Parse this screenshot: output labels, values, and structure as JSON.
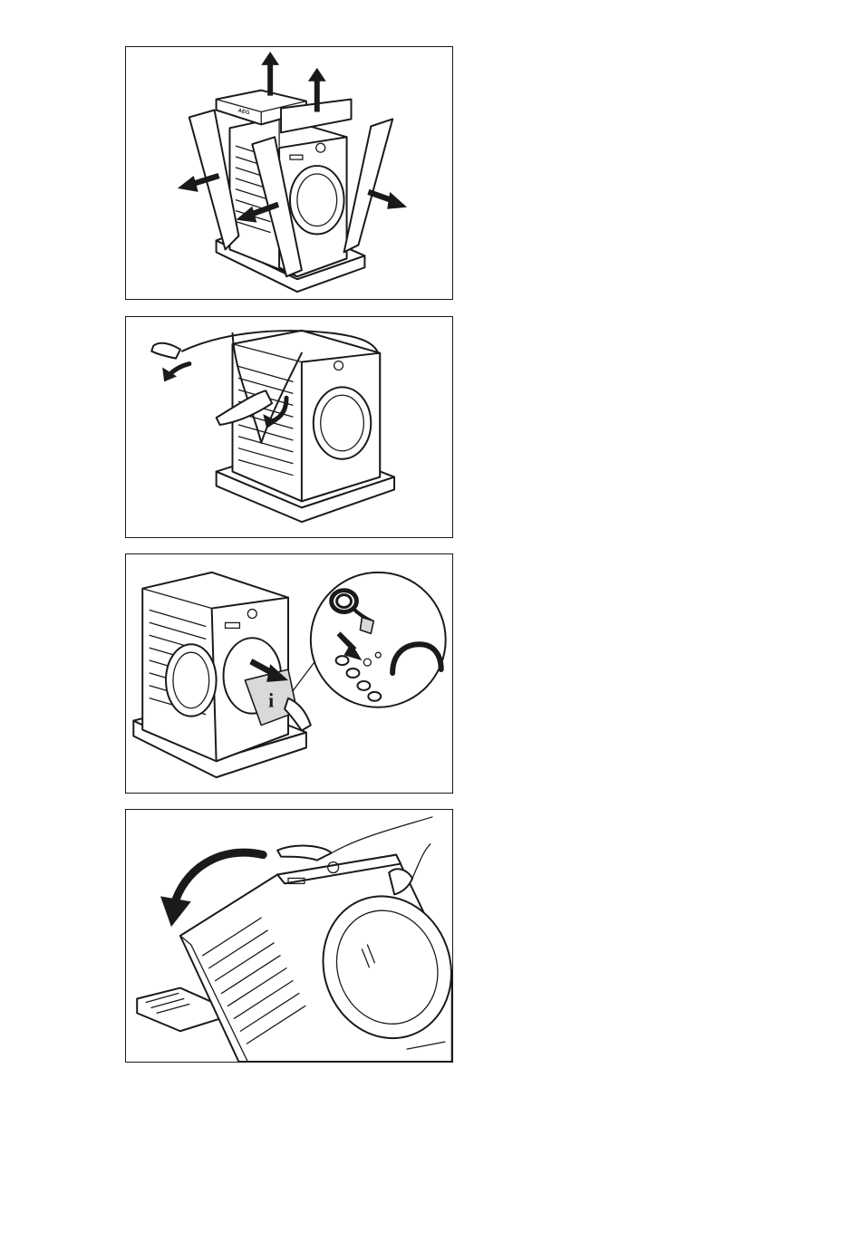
{
  "panels": [
    {
      "id": "step-1",
      "description_icon": "remove-packaging-illustration",
      "label": "AEG"
    },
    {
      "id": "step-2",
      "description_icon": "remove-plastic-cover-illustration"
    },
    {
      "id": "step-3",
      "description_icon": "remove-accessories-bag-illustration",
      "bag_symbol": "i"
    },
    {
      "id": "step-4",
      "description_icon": "tilt-machine-illustration"
    }
  ]
}
